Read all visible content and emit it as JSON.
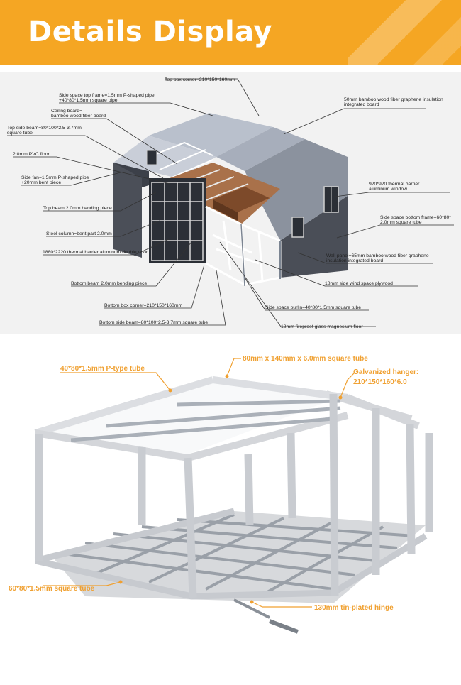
{
  "header": {
    "title": "Details Display"
  },
  "colors": {
    "accent": "#f5a623",
    "label_orange": "#f0a030",
    "leader": "#333333"
  },
  "house_labels": {
    "top_box_corner": "Top box corner=210*150*160mm",
    "side_space_top_frame_1": "Side space top frame=1.5mm P-shaped pipe",
    "side_space_top_frame_2": "+40*80*1.5mm square pipe",
    "insulation_board_1": "50mm bamboo wood fiber graphene insulation",
    "insulation_board_2": "integrated board",
    "ceiling_board_1": "Ceiling board=",
    "ceiling_board_2": "bamboo wood fiber board",
    "top_side_beam_1": "Top side beam=80*100*2.5-3.7mm",
    "top_side_beam_2": "square tube",
    "pvc_floor": "2.0mm PVC floor",
    "side_fan_1": "Side fan=1.5mm P-shaped pipe",
    "side_fan_2": "+20mm bent piece",
    "window_1": "920*920 thermal barrier",
    "window_2": "aluminum window",
    "top_beam": "Top beam 2.0mm bending piece",
    "side_bottom_frame_1": "Side space bottom frame=60*80*",
    "side_bottom_frame_2": "2.0mm square tube",
    "steel_column": "Steel column=bent part 2.0mm",
    "double_door": "1880*2220 thermal barrier aluminum double door",
    "wall_panel_1": "Wall panel=65mm bamboo wood fiber graphene",
    "wall_panel_2": "insulation integrated board",
    "bottom_beam": "Bottom beam 2.0mm bending piece",
    "wind_plywood": "18mm side wind space plywood",
    "bottom_box_corner": "Bottom box  corner=210*150*160mm",
    "side_purlin": "Side space purlin=40*80*1.5mm square tube",
    "bottom_side_beam": "Bottom side beam=80*100*2.5-3.7mm square tube",
    "glass_floor": "18mm fireproof glass magnesium floor"
  },
  "frame_labels": {
    "square_tube_80": "80mm x 140mm x 6.0mm square tube",
    "p_type_tube": "40*80*1.5mm P-type tube",
    "hanger_1": "Galvanized hanger:",
    "hanger_2": "210*150*160*6.0",
    "square_tube_60": "60*80*1.5mm square tube",
    "hinge": "130mm tin-plated hinge"
  }
}
